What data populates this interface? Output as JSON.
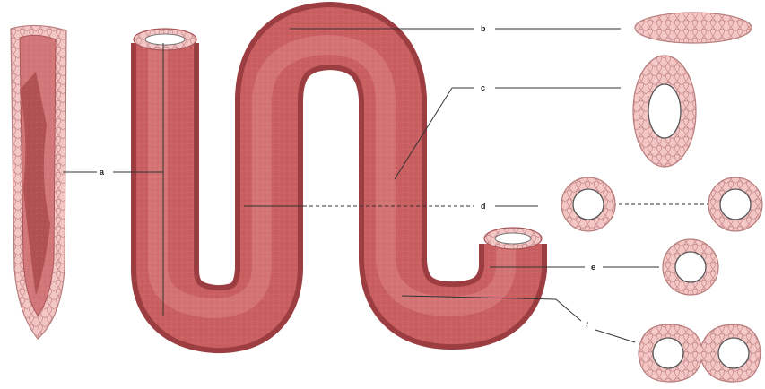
{
  "labels": {
    "a": "a",
    "b": "b",
    "c": "c",
    "d": "d",
    "e": "e",
    "f": "f"
  },
  "colors": {
    "tissue": "#c95f61",
    "tissue_dark": "#a8474a",
    "tissue_light": "#e08f90",
    "epithelium": "#f2c2c2",
    "lumen": "#ffffff",
    "line": "#333333"
  }
}
